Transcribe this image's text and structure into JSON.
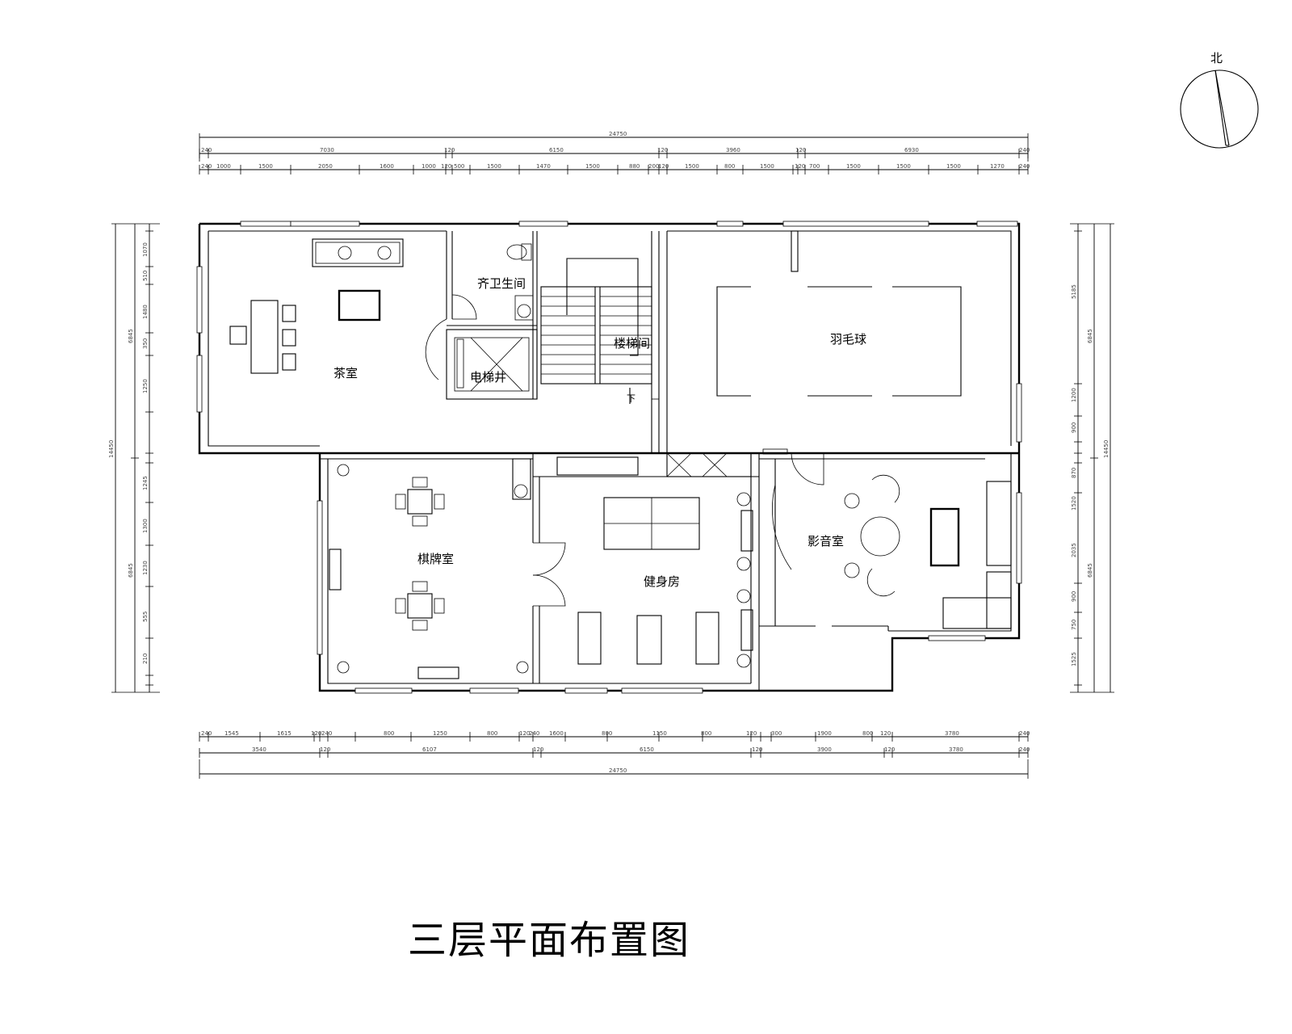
{
  "title": "三层平面布置图",
  "north_label": "北",
  "rooms": {
    "tea": "茶室",
    "toilet": "齐卫生间",
    "stair": "楼梯间",
    "elevator": "电梯井",
    "badminton": "羽毛球",
    "chess": "棋牌室",
    "gym": "健身房",
    "cinema": "影音室",
    "down_mark": "下"
  },
  "dimensions": {
    "top_total": "24750",
    "top_row1": [
      "240",
      "7030",
      "120",
      "6150",
      "120",
      "3960",
      "120",
      "6930",
      "240"
    ],
    "top_row2": [
      "240",
      "1000",
      "1500",
      "2050",
      "1600",
      "1000",
      "120",
      "500",
      "1500",
      "1470",
      "1500",
      "880",
      "200",
      "120",
      "1500",
      "800",
      "1500",
      "120",
      "700",
      "1500",
      "1500",
      "1500",
      "1270",
      "240"
    ],
    "bottom_row1": [
      "240",
      "1545",
      "1615",
      "120",
      "240",
      "800",
      "1250",
      "800",
      "120",
      "240",
      "1600",
      "800",
      "1150",
      "800",
      "120",
      "300",
      "1900",
      "800",
      "120",
      "3780",
      "240"
    ],
    "bottom_row2": [
      "3540",
      "120",
      "6107",
      "120",
      "6150",
      "120",
      "3900",
      "120",
      "3780",
      "240"
    ],
    "bottom_total": "24750",
    "left_total": "14450",
    "left_col1": [
      "6845",
      "6845"
    ],
    "left_col2": [
      "1070",
      "510",
      "1480",
      "350",
      "1250",
      "1245",
      "1300",
      "1230",
      "555",
      "210"
    ],
    "right_total": "14450",
    "right_col1": [
      "6845",
      "6845"
    ],
    "right_col2": [
      "5185",
      "1200",
      "900",
      "870",
      "1520",
      "2035",
      "900",
      "750",
      "1525"
    ]
  }
}
